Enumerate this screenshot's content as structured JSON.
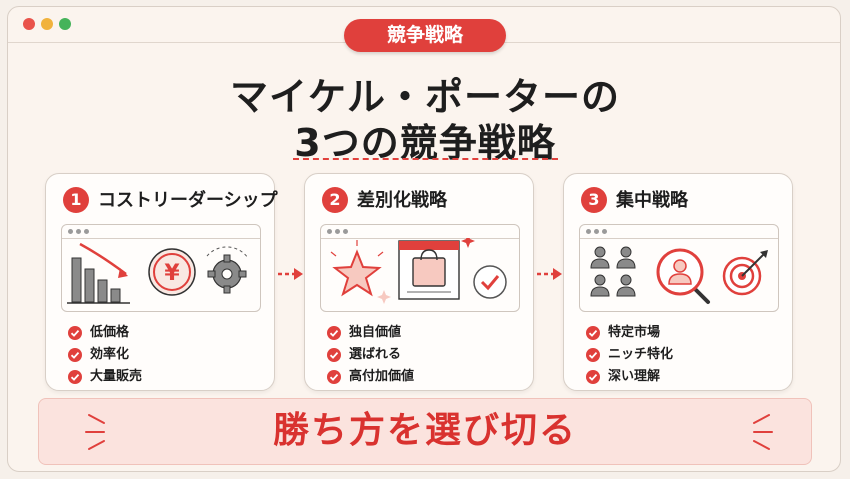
{
  "badge": "競争戦略",
  "title": {
    "line1": "マイケル・ポーターの",
    "line2": "3つの競争戦略"
  },
  "cards": [
    {
      "number": "1",
      "title": "コストリーダーシップ",
      "items": [
        "低価格",
        "効率化",
        "大量販売"
      ],
      "symbol": "¥"
    },
    {
      "number": "2",
      "title": "差別化戦略",
      "items": [
        "独自価値",
        "選ばれる",
        "高付加価値"
      ]
    },
    {
      "number": "3",
      "title": "集中戦略",
      "items": [
        "特定市場",
        "ニッチ特化",
        "深い理解"
      ]
    }
  ],
  "footer": "勝ち方を選び切る",
  "colors": {
    "accent": "#e0403c",
    "background": "#fbf4ee",
    "footer_bg": "#fbe3de"
  },
  "icons": {
    "card1": [
      "bar-chart-down-icon",
      "yen-coin-icon",
      "gear-icon"
    ],
    "card2": [
      "star-icon",
      "shopping-bag-icon",
      "checkmark-icon"
    ],
    "card3": [
      "people-group-icon",
      "magnifier-person-icon",
      "target-icon"
    ]
  }
}
